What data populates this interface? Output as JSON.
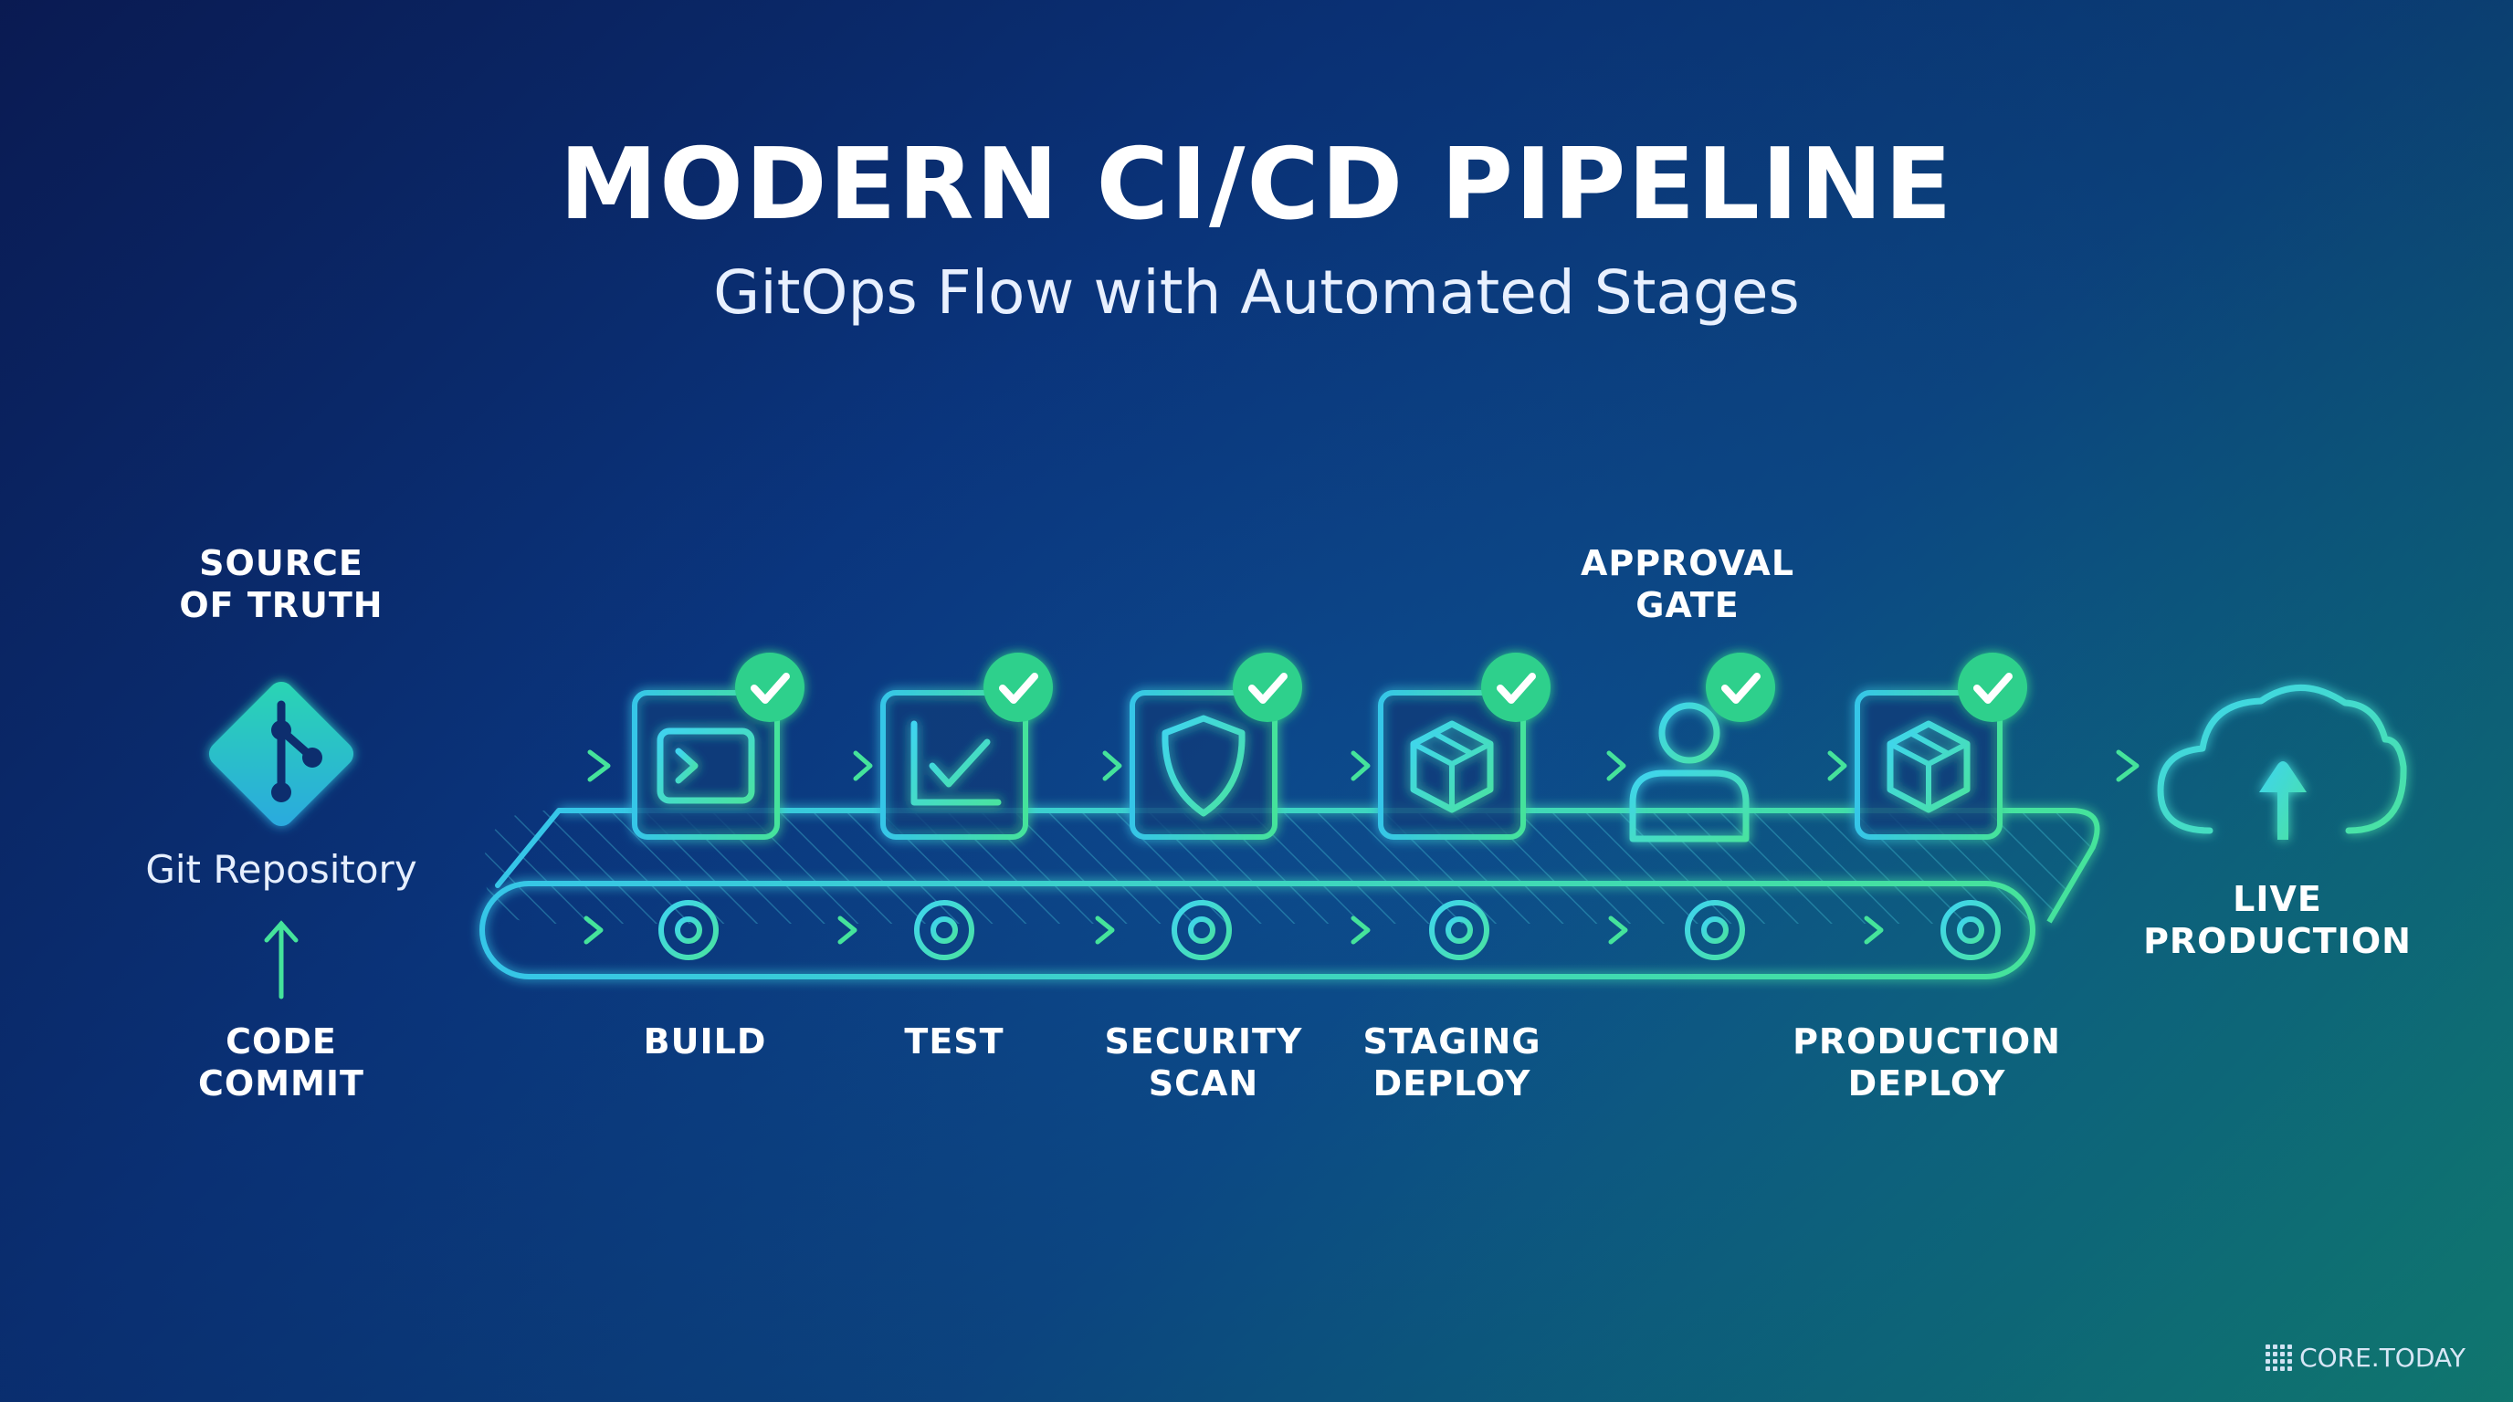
{
  "title": "MODERN CI/CD PIPELINE",
  "subtitle": "GitOps Flow with Automated Stages",
  "source": {
    "top_label_line1": "SOURCE",
    "top_label_line2": "OF TRUTH",
    "repo_label": "Git Repository",
    "commit_line1": "CODE",
    "commit_line2": "COMMIT",
    "icon": "git-icon"
  },
  "stages": [
    {
      "label_line1": "BUILD",
      "label_line2": "",
      "icon": "terminal-icon",
      "status": "passed"
    },
    {
      "label_line1": "TEST",
      "label_line2": "",
      "icon": "chart-check-icon",
      "status": "passed"
    },
    {
      "label_line1": "SECURITY",
      "label_line2": "SCAN",
      "icon": "shield-icon",
      "status": "passed"
    },
    {
      "label_line1": "STAGING",
      "label_line2": "DEPLOY",
      "icon": "package-icon",
      "status": "passed"
    },
    {
      "label_line1": "APPROVAL",
      "label_line2": "GATE",
      "icon": "user-icon",
      "status": "passed"
    },
    {
      "label_line1": "PRODUCTION",
      "label_line2": "DEPLOY",
      "icon": "package-icon",
      "status": "passed"
    }
  ],
  "destination": {
    "label_line1": "LIVE",
    "label_line2": "PRODUCTION",
    "icon": "cloud-upload-icon"
  },
  "brand": "CORE.TODAY",
  "colors": {
    "accent_green": "#3fe0a0",
    "accent_cyan": "#36c6e8",
    "check_badge": "#2fd08c"
  }
}
